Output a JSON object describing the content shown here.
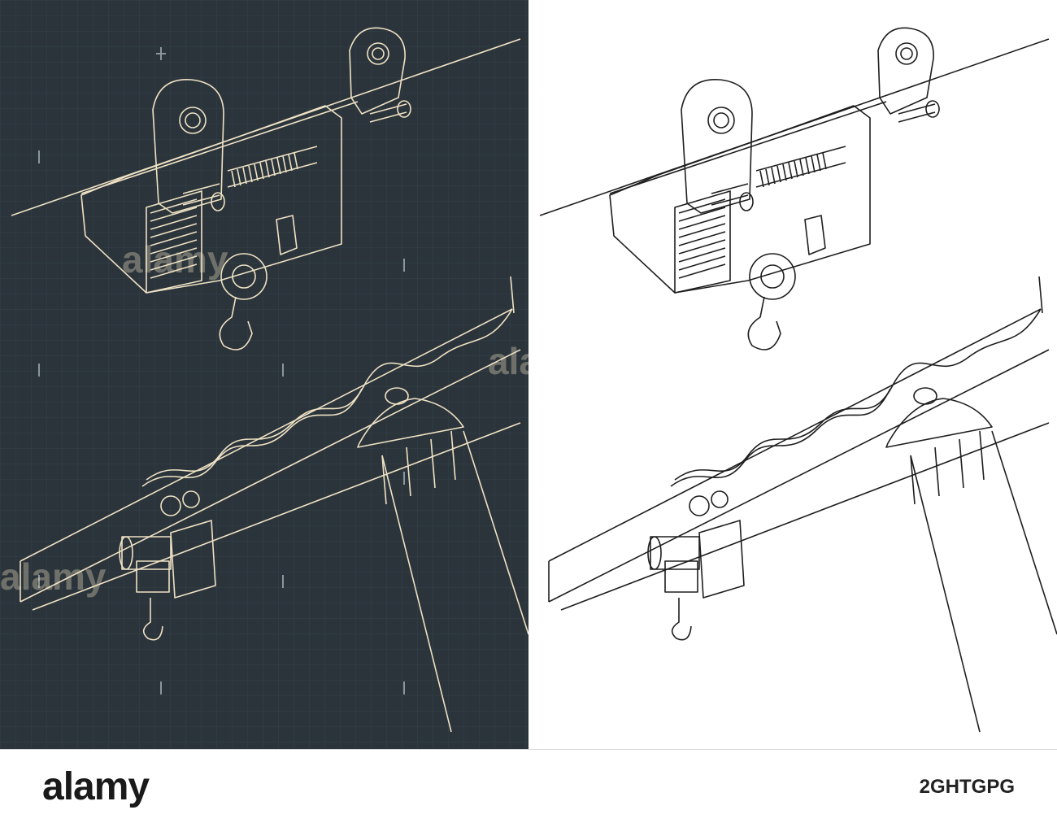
{
  "watermark": {
    "text": "alamy"
  },
  "footer": {
    "brand": "alamy",
    "image_id": "2GHTGPG"
  },
  "colors": {
    "blueprint_bg": "#2b343b",
    "blueprint_grid": "#3a454d",
    "blueprint_line": "#efe2c4",
    "paper_bg": "#ffffff",
    "paper_line": "#1e1e1e",
    "mark": "#8b959c"
  }
}
